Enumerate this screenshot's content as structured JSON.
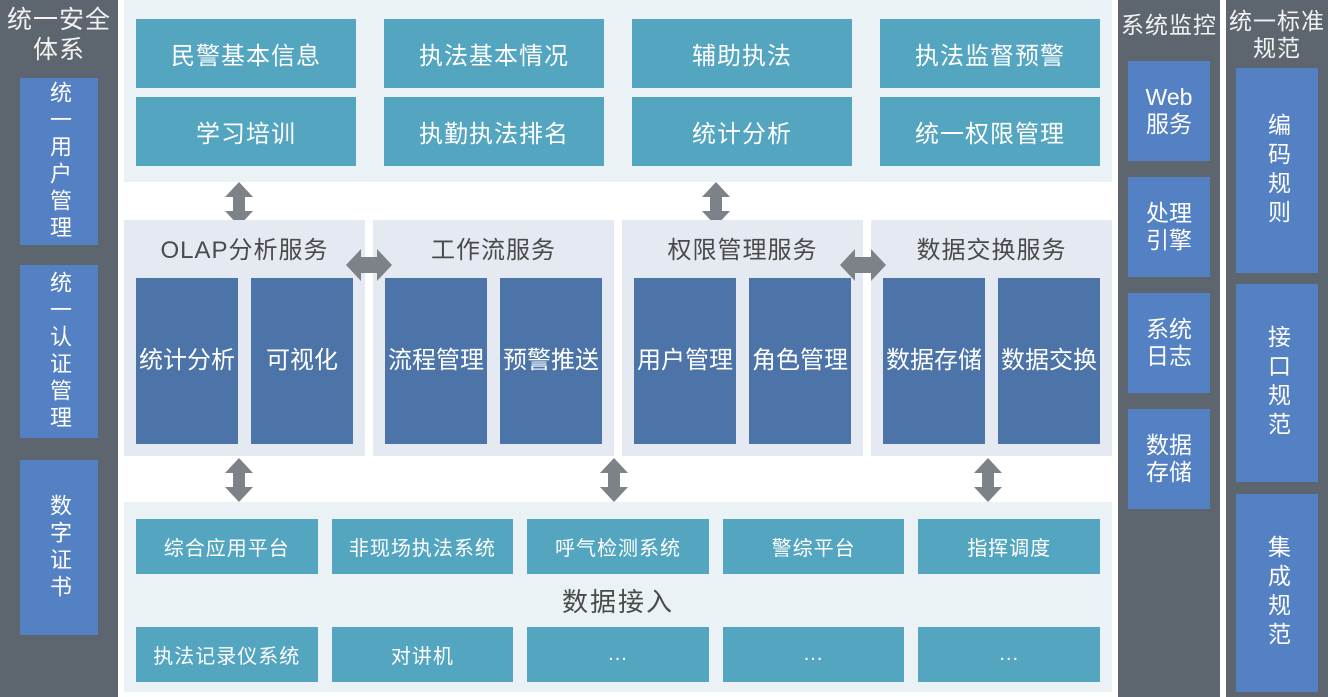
{
  "security_column": {
    "title": "统一安全体系",
    "items": [
      {
        "label": "统一用户管理"
      },
      {
        "label": "统一认证管理"
      },
      {
        "label": "数字证书"
      }
    ]
  },
  "monitor_column": {
    "title": "系统监控",
    "items": [
      {
        "line1": "Web",
        "line2": "服务"
      },
      {
        "line1": "处理",
        "line2": "引擎"
      },
      {
        "line1": "系统",
        "line2": "日志"
      },
      {
        "line1": "数据",
        "line2": "存储"
      }
    ]
  },
  "standard_column": {
    "title": "统一标准规范",
    "items": [
      {
        "label": "编码规则"
      },
      {
        "label": "接口规范"
      },
      {
        "label": "集成规范"
      }
    ]
  },
  "application_layer": {
    "boxes": [
      {
        "label": "民警基本信息"
      },
      {
        "label": "执法基本情况"
      },
      {
        "label": "辅助执法"
      },
      {
        "label": "执法监督预警"
      },
      {
        "label": "学习培训"
      },
      {
        "label": "执勤执法排名"
      },
      {
        "label": "统计分析"
      },
      {
        "label": "统一权限管理"
      }
    ]
  },
  "service_layer": {
    "panels": [
      {
        "title": "OLAP分析服务",
        "boxes": [
          {
            "line1": "统计",
            "line2": "分析"
          },
          {
            "line1": "可视化",
            "line2": ""
          }
        ]
      },
      {
        "title": "工作流服务",
        "boxes": [
          {
            "line1": "流程",
            "line2": "管理"
          },
          {
            "line1": "预警",
            "line2": "推送"
          }
        ]
      },
      {
        "title": "权限管理服务",
        "boxes": [
          {
            "line1": "用户",
            "line2": "管理"
          },
          {
            "line1": "角色",
            "line2": "管理"
          }
        ]
      },
      {
        "title": "数据交换服务",
        "boxes": [
          {
            "line1": "数据",
            "line2": "存储"
          },
          {
            "line1": "数据",
            "line2": "交换"
          }
        ]
      }
    ]
  },
  "data_layer": {
    "label": "数据接入",
    "row1": [
      {
        "label": "综合应用平台"
      },
      {
        "label": "非现场执法系统"
      },
      {
        "label": "呼气检测系统"
      },
      {
        "label": "警综平台"
      },
      {
        "label": "指挥调度"
      }
    ],
    "row2": [
      {
        "label": "执法记录仪系统"
      },
      {
        "label": "对讲机"
      },
      {
        "label": "..."
      },
      {
        "label": "..."
      },
      {
        "label": "..."
      }
    ]
  },
  "colors": {
    "sidebar_bg": "#5d666f",
    "sidebar_box": "#5480c4",
    "app_box": "#53a5c0",
    "app_band_bg": "#eaf2f5",
    "service_panel_bg": "#e5eaf2",
    "service_box": "#4d74a8",
    "arrow": "#7c8287"
  }
}
